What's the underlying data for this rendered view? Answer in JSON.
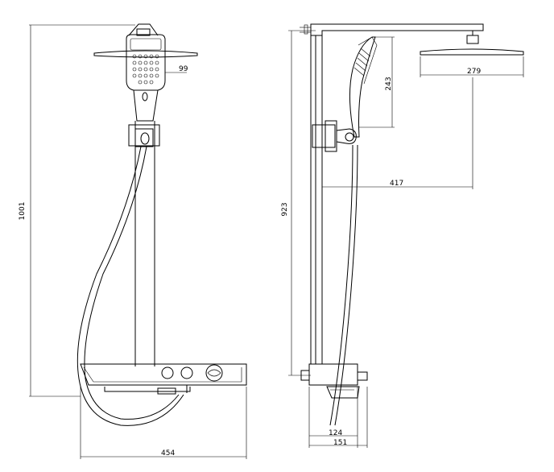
{
  "front_view": {
    "dim_total_height": "1001",
    "dim_hand_shower_width": "99",
    "dim_base_width": "454"
  },
  "side_view": {
    "dim_hand_shower_length": "243",
    "dim_rain_head_diameter": "279",
    "dim_arm_reach": "417",
    "dim_height": "923",
    "dim_base_depth_inner": "124",
    "dim_base_depth_outer": "151"
  }
}
